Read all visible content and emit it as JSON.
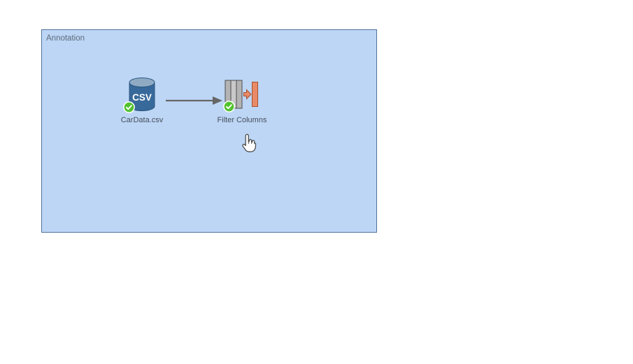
{
  "canvas": {
    "annotation": {
      "label": "Annotation",
      "fill": "#bdd6f6",
      "border": "#4f7198"
    },
    "nodes": [
      {
        "id": "csv-source",
        "label": "CarData.csv",
        "icon": "csv-database-icon",
        "icon_text": "CSV",
        "status": "success"
      },
      {
        "id": "filter-columns",
        "label": "Filter Columns",
        "icon": "filter-columns-icon",
        "status": "success"
      }
    ],
    "connection": {
      "from": "CarData.csv",
      "to": "Filter Columns",
      "color": "#666666"
    },
    "cursor": "hand-pointer"
  },
  "colors": {
    "status_success": "#52c22e",
    "csv_cylinder_body": "#38699b",
    "csv_cylinder_top": "#8fabc4",
    "csv_outline": "#2a577f",
    "filter_column_gray": "#bcbcbc",
    "filter_column_outline": "#4d4d4d",
    "filter_accent_orange": "#e88a68",
    "filter_accent_outline": "#a8502c",
    "node_label_text": "#454f59",
    "annotation_label_text": "#5d6b79"
  }
}
